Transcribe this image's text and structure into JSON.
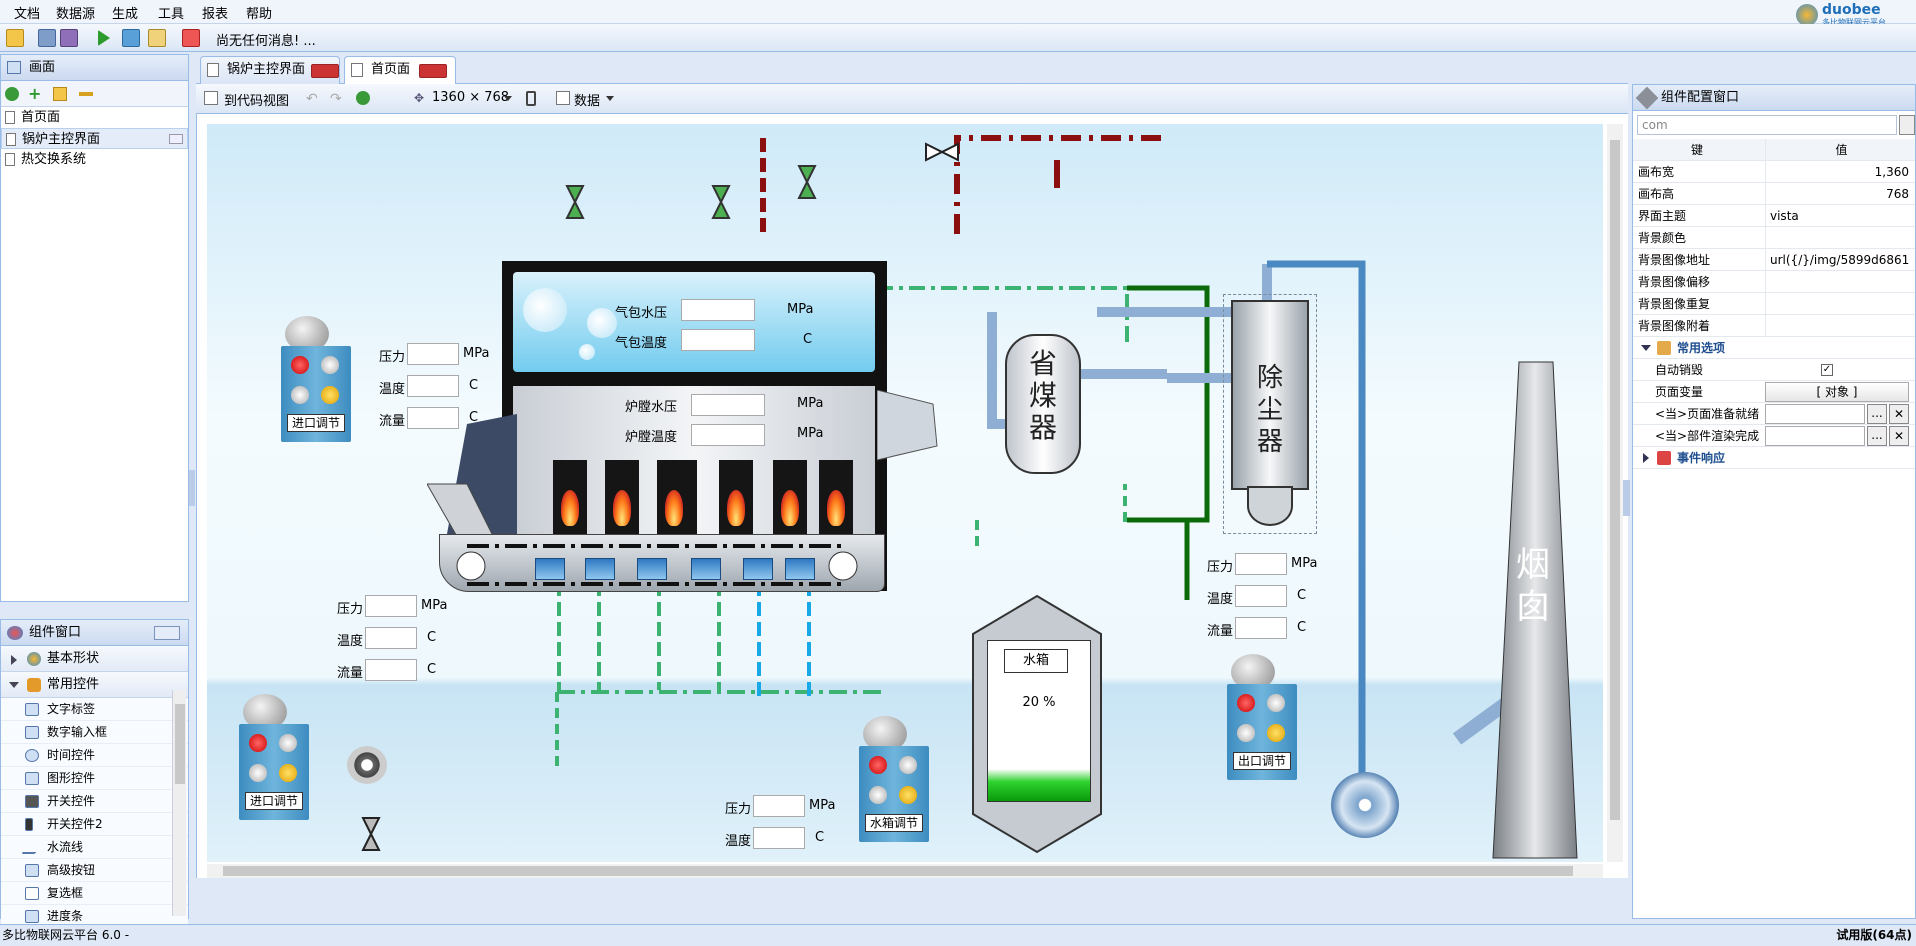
{
  "menu": [
    "文档",
    "数据源",
    "生成",
    "工具",
    "报表",
    "帮助"
  ],
  "logo": {
    "name": "duobee",
    "sub": "多比物联网云平台"
  },
  "toolbar": {
    "message": "尚无任何消息! ..."
  },
  "left_panel": {
    "title": "画面",
    "pages": [
      "首页面",
      "锅炉主控界面",
      "热交换系统"
    ]
  },
  "component_panel": {
    "title": "组件窗口",
    "groups": [
      "基本形状",
      "常用控件"
    ],
    "items": [
      "文字标签",
      "数字输入框",
      "时间控件",
      "图形控件",
      "开关控件",
      "开关控件2",
      "水流线",
      "高级按钮",
      "复选框",
      "进度条"
    ]
  },
  "tabs": [
    {
      "label": "锅炉主控界面",
      "active": false
    },
    {
      "label": "首页面",
      "active": true
    }
  ],
  "editor_toolbar": {
    "code_view": "到代码视图",
    "resolution": "1360 × 768",
    "data": "数据"
  },
  "diagram": {
    "drum_pressure": "气包水压",
    "drum_temp": "气包温度",
    "furnace_pressure": "炉膛水压",
    "furnace_temp": "炉膛温度",
    "unit_mpa": "MPa",
    "unit_c": "C",
    "pressure": "压力",
    "temperature": "温度",
    "flow": "流量",
    "economizer": "省煤器",
    "dust_collector": "除尘器",
    "chimney": "烟囱",
    "water_tank": "水箱",
    "water_level": "20 %",
    "water_level_value": 0.2,
    "inlet_control_1": "进口调节",
    "inlet_control_2": "进口调节",
    "tank_control": "水箱调节",
    "outlet_control": "出口调节"
  },
  "config_panel": {
    "title": "组件配置窗口",
    "search": "com",
    "col_key": "键",
    "col_value": "值",
    "rows": [
      {
        "k": "画布宽",
        "v": "1,360"
      },
      {
        "k": "画布高",
        "v": "768"
      },
      {
        "k": "界面主题",
        "v": "vista"
      },
      {
        "k": "背景颜色",
        "v": ""
      },
      {
        "k": "背景图像地址",
        "v": "url({/}/img/5899d6861"
      },
      {
        "k": "背景图像偏移",
        "v": ""
      },
      {
        "k": "背景图像重复",
        "v": ""
      },
      {
        "k": "背景图像附着",
        "v": ""
      }
    ],
    "section_common": "常用选项",
    "auto_destroy": "自动销毁",
    "page_var": "页面变量",
    "page_var_value": "[ 对象 ]",
    "on_ready": "<当>页面准备就绪",
    "on_render": "<当>部件渲染完成",
    "section_events": "事件响应"
  },
  "status": {
    "left": "多比物联网云平台 6.0 -",
    "right": "试用版(64点)"
  }
}
